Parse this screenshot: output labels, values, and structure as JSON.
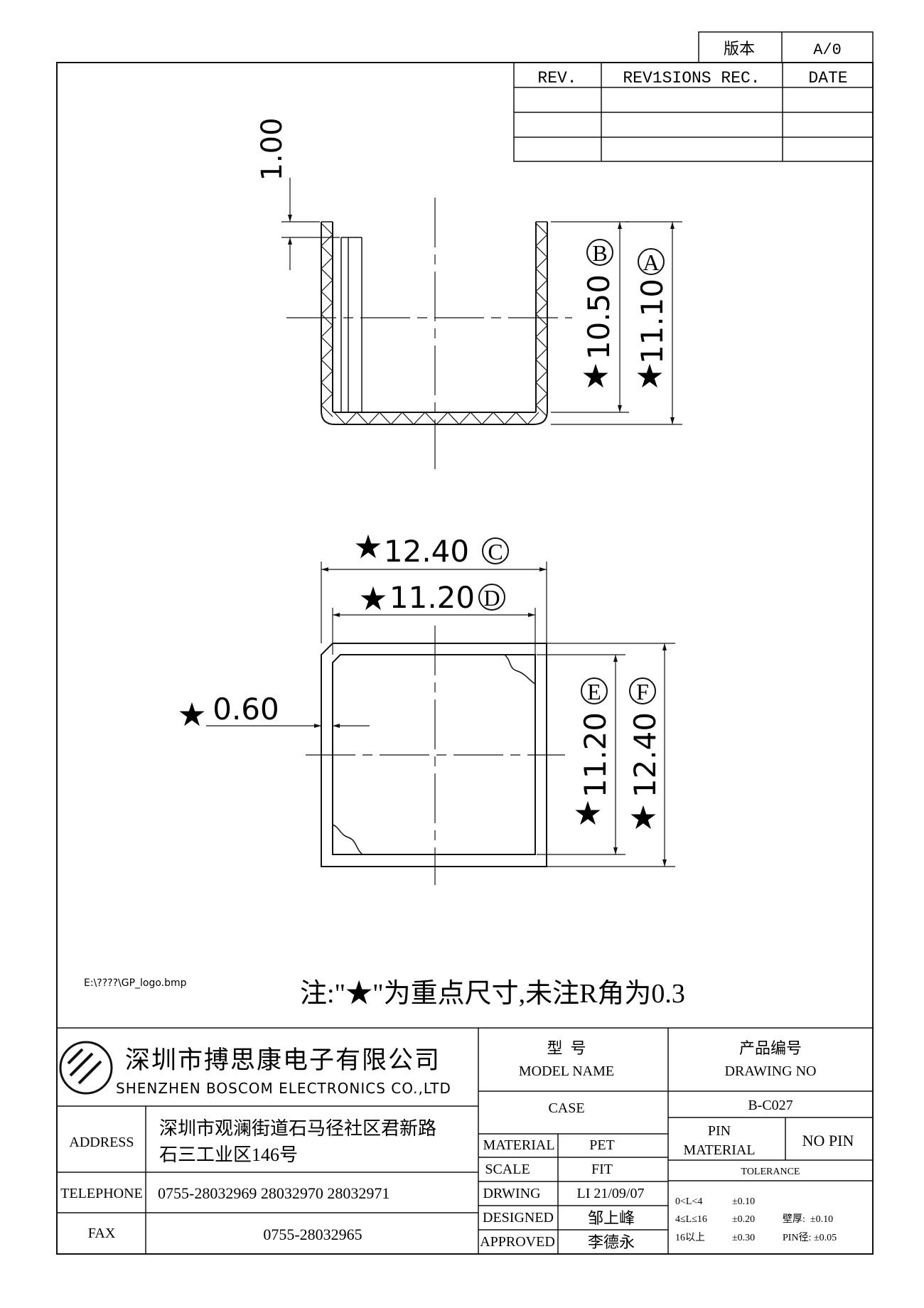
{
  "revision": {
    "version_label": "版本",
    "version_value": "A/0",
    "headers": [
      "REV.",
      "REV1SIONS REC.",
      "DATE"
    ]
  },
  "dimensions": {
    "top_gap": "1.00",
    "B_value": "10.50",
    "A_value": "11.10",
    "C_value": "12.40",
    "D_value": "11.20",
    "wall": "0.60",
    "E_value": "11.20",
    "F_value": "12.40",
    "labels": {
      "A": "A",
      "B": "B",
      "C": "C",
      "D": "D",
      "E": "E",
      "F": "F"
    },
    "star": "★"
  },
  "notes": {
    "logo_path": "E:\\????\\GP_logo.bmp",
    "note": "注:\"★\"为重点尺寸,未注R角为0.3"
  },
  "company": {
    "name_cn": "深圳市搏思康电子有限公司",
    "name_en": "SHENZHEN BOSCOM ELECTRONICS CO.,LTD",
    "address_label": "ADDRESS",
    "address_line1": "深圳市观澜街道石马径社区君新路",
    "address_line2": "石三工业区146号",
    "telephone_label": "TELEPHONE",
    "telephone": "0755-28032969 28032970 28032971",
    "fax_label": "FAX",
    "fax": "0755-28032965"
  },
  "title_block": {
    "model_cn": "型  号",
    "model_en": "MODEL NAME",
    "model_value": "CASE",
    "drawing_cn": "产品编号",
    "drawing_en": "DRAWING NO",
    "drawing_value": "B-C027",
    "material_label": "MATERIAL",
    "material_value": "PET",
    "scale_label": "SCALE",
    "scale_value": "FIT",
    "drwing_label": "DRWING",
    "drwing_value": "LI 21/09/07",
    "designed_label": "DESIGNED",
    "designed_value": "邹上峰",
    "approved_label": "APPROVED",
    "approved_value": "李德永",
    "pin_material_label1": "PIN",
    "pin_material_label2": "MATERIAL",
    "pin_value": "NO PIN",
    "tolerance_label": "TOLERANCE",
    "tol_r1_range": "0<L<4",
    "tol_r1_val": "±0.10",
    "tol_r2_range": "4≤L≤16",
    "tol_r2_val": "±0.20",
    "tol_r2_extra": "壁厚:  ±0.10",
    "tol_r3_range": "16以上",
    "tol_r3_val": "±0.30",
    "tol_r3_extra": "PIN径: ±0.05"
  }
}
